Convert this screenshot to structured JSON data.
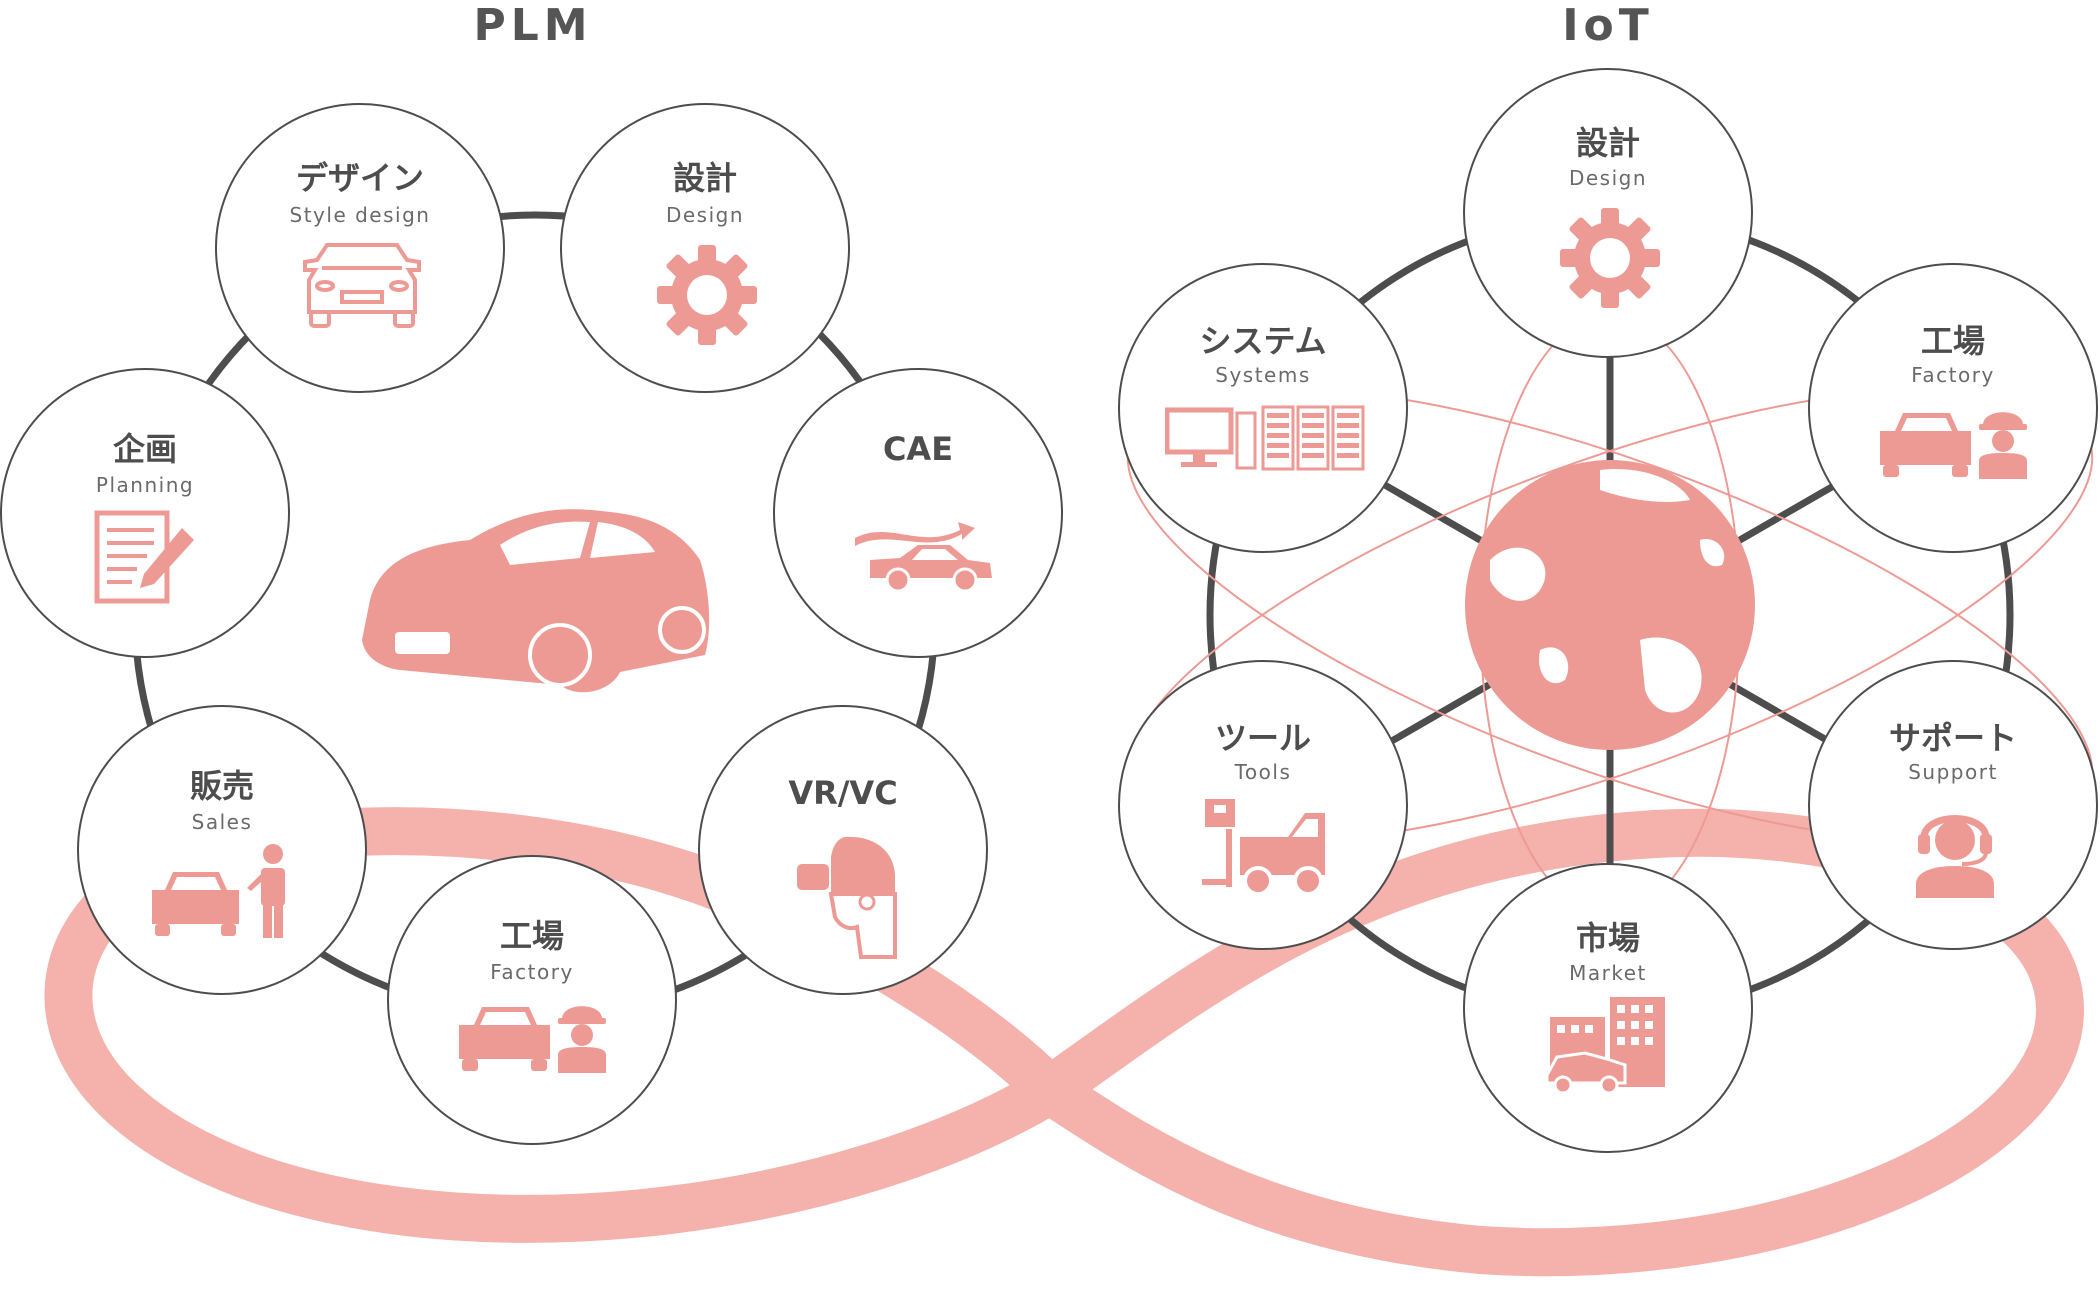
{
  "colors": {
    "accent": "#ee9a94",
    "ribbon": "#f5b1ac",
    "outline": "#4d4d4d",
    "text": "#555555"
  },
  "plm": {
    "title": "PLM",
    "nodes": [
      {
        "id": "design-style",
        "ja": "デザイン",
        "en": "Style design",
        "icon": "car-front-outline-icon"
      },
      {
        "id": "design",
        "ja": "設計",
        "en": "Design",
        "icon": "gear-icon"
      },
      {
        "id": "cae",
        "ja": "CAE",
        "en": "",
        "icon": "car-aero-icon"
      },
      {
        "id": "vrvc",
        "ja": "VR/VC",
        "en": "",
        "icon": "vr-headset-icon"
      },
      {
        "id": "factory",
        "ja": "工場",
        "en": "Factory",
        "icon": "car-worker-icon"
      },
      {
        "id": "sales",
        "ja": "販売",
        "en": "Sales",
        "icon": "car-person-icon"
      },
      {
        "id": "planning",
        "ja": "企画",
        "en": "Planning",
        "icon": "document-pen-icon"
      }
    ],
    "center_icon": "hatchback-car-icon"
  },
  "iot": {
    "title": "IoT",
    "nodes": [
      {
        "id": "design",
        "ja": "設計",
        "en": "Design",
        "icon": "gear-icon"
      },
      {
        "id": "factory",
        "ja": "工場",
        "en": "Factory",
        "icon": "car-worker-icon"
      },
      {
        "id": "support",
        "ja": "サポート",
        "en": "Support",
        "icon": "headset-operator-icon"
      },
      {
        "id": "market",
        "ja": "市場",
        "en": "Market",
        "icon": "buildings-car-icon"
      },
      {
        "id": "tools",
        "ja": "ツール",
        "en": "Tools",
        "icon": "forklift-icon"
      },
      {
        "id": "systems",
        "ja": "システム",
        "en": "Systems",
        "icon": "computer-servers-icon"
      }
    ],
    "center_icon": "globe-icon"
  }
}
